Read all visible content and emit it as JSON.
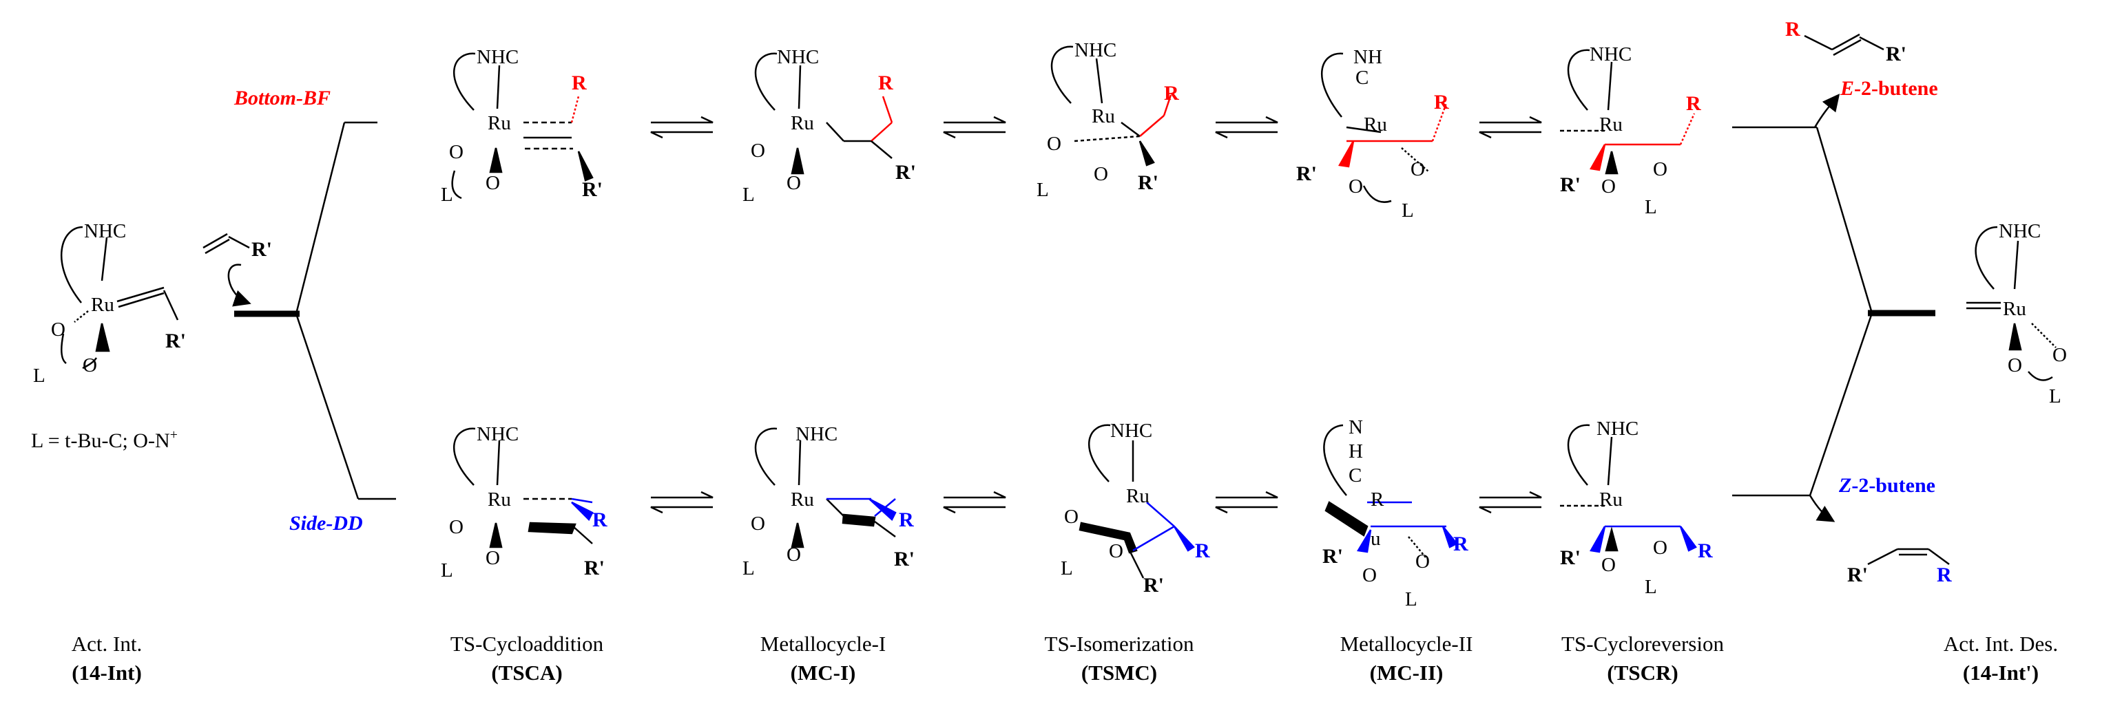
{
  "branches": {
    "top": "Bottom-BF",
    "bottom": "Side-DD"
  },
  "ligand_note": "L = t-Bu-C; O-N",
  "ligand_note_sup": "+",
  "atoms": {
    "nhc": "NHC",
    "ru": "Ru",
    "o": "O",
    "l": "L",
    "r": "R",
    "r_prime": "R'",
    "nh": "NH",
    "c": "C",
    "n": "N",
    "h": "H",
    "u": "u"
  },
  "products": {
    "e": "E-2-butene",
    "z": "Z-2-butene",
    "e_prefix": "E",
    "z_prefix": "Z",
    "suffix": "-2-butene"
  },
  "stages": [
    {
      "name": "Act. Int.",
      "code": "(14-Int)"
    },
    {
      "name": "TS-Cycloaddition",
      "code": "(TSCA)"
    },
    {
      "name": "Metallocycle-I",
      "code": "(MC-I)"
    },
    {
      "name": "TS-Isomerization",
      "code": "(TSMC)"
    },
    {
      "name": "Metallocycle-II",
      "code": "(MC-II)"
    },
    {
      "name": "TS-Cycloreversion",
      "code": "(TSCR)"
    },
    {
      "name": "Act. Int. Des.",
      "code": "(14-Int')"
    }
  ],
  "colors": {
    "red": "#ff0000",
    "blue": "#0000ff",
    "black": "#000000"
  }
}
